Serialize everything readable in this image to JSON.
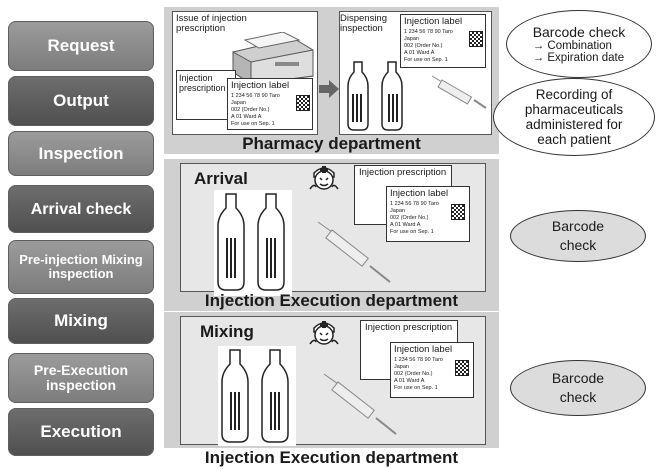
{
  "steps": [
    {
      "label": "Request",
      "tone": "light"
    },
    {
      "label": "Output",
      "tone": "dark"
    },
    {
      "label": "Inspection",
      "tone": "light"
    },
    {
      "label": "Arrival check",
      "tone": "dark"
    },
    {
      "label": "Pre-injection Mixing inspection",
      "tone": "light"
    },
    {
      "label": "Mixing",
      "tone": "dark"
    },
    {
      "label": "Pre-Execution inspection",
      "tone": "light"
    },
    {
      "label": "Execution",
      "tone": "dark"
    }
  ],
  "pharmacy": {
    "issue_label": "Issue of injection prescription",
    "dispensing_label": "Dispensing inspection",
    "prescription_card": "Injection prescription",
    "label_title": "Injection label",
    "label_lines": [
      "1 234 56 78 90 Taro",
      "Japan",
      "002 (Order No.)",
      "A 01 Ward A",
      "For use on Sep. 1"
    ],
    "dept": "Pharmacy department"
  },
  "arrival": {
    "title": "Arrival",
    "prescription_card": "Injection prescription",
    "label_title": "Injection label",
    "label_lines": [
      "1 234 56 78 90 Taro",
      "Japan",
      "002 (Order No.)",
      "A 01 Ward A",
      "For use on Sep. 1"
    ],
    "dept": "Injection Execution department"
  },
  "mixing": {
    "title": "Mixing",
    "prescription_card": "Injection prescription",
    "label_title": "Injection label",
    "label_lines": [
      "1 234 56 78 90 Taro",
      "Japan",
      "002 (Order No.)",
      "A 01 Ward A",
      "For use on Sep. 1"
    ],
    "dept": "Injection Execution department"
  },
  "ovals": {
    "barcode_check_1": {
      "title": "Barcode check",
      "items": [
        "→ Combination",
        "→ Expiration date"
      ]
    },
    "recording": "Recording of pharmaceuticals administered for each patient",
    "barcode_check_2": "Barcode check",
    "barcode_check_3": "Barcode check"
  }
}
